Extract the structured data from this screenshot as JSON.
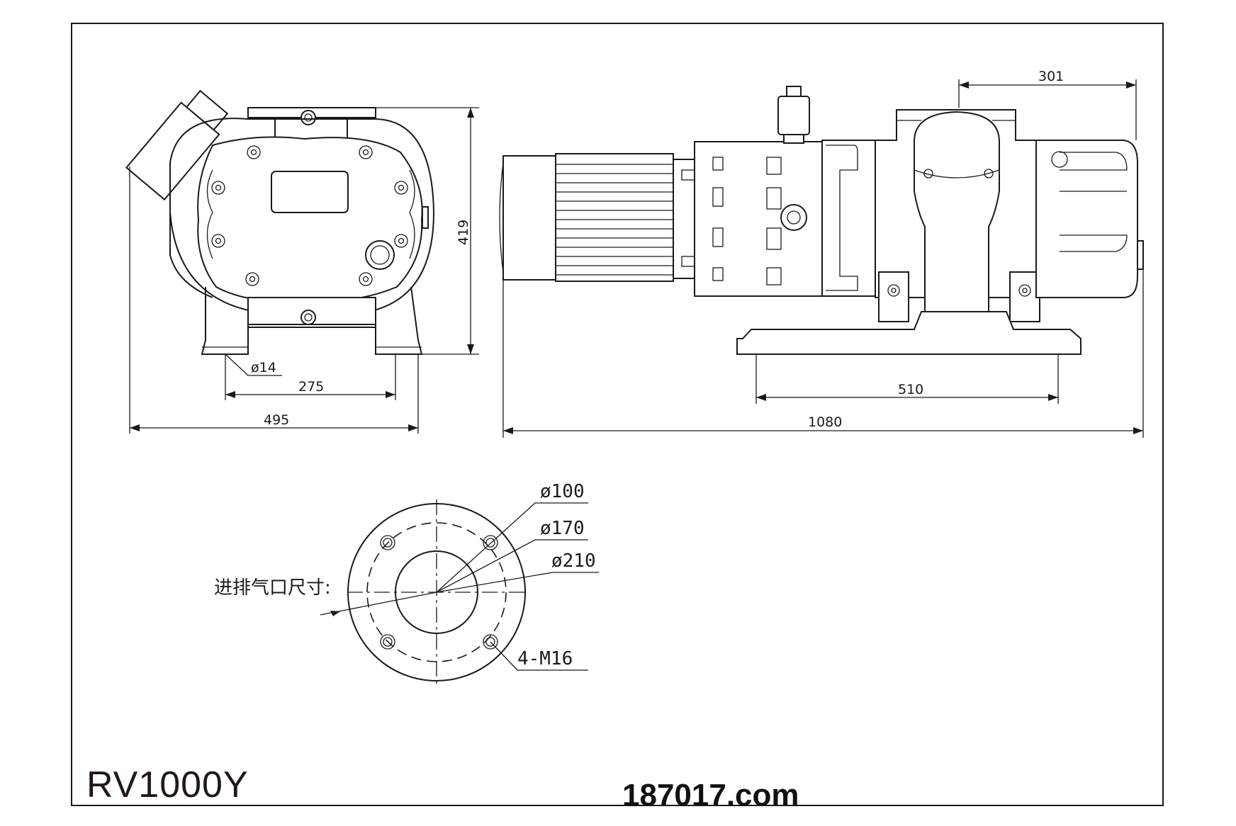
{
  "model_name": "RV1000Y",
  "website": "187017.com",
  "port_label": "进排气口尺寸:",
  "dimensions": {
    "front_width": "495",
    "front_hole_spacing": "275",
    "front_hole_dia": "ø14",
    "front_height": "419",
    "side_length": "1080",
    "side_foot_spacing": "510",
    "side_top_offset": "301"
  },
  "flange": {
    "d1": "ø100",
    "d2": "ø170",
    "d3": "ø210",
    "bolts": "4-M16"
  }
}
